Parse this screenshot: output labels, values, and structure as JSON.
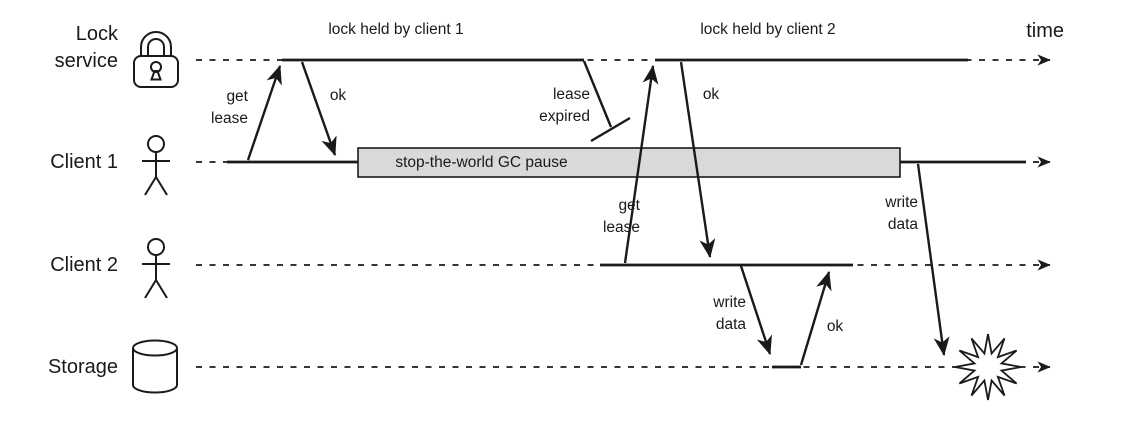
{
  "diagram": {
    "time_label": "time",
    "lanes": [
      {
        "label": "Lock\nservice",
        "icon": "padlock-icon"
      },
      {
        "label": "Client 1",
        "icon": "person-icon"
      },
      {
        "label": "Client 2",
        "icon": "person-icon"
      },
      {
        "label": "Storage",
        "icon": "database-cylinder-icon"
      }
    ],
    "spans": {
      "lock_held_1": "lock held by client 1",
      "lock_held_2": "lock held by client 2",
      "gc_pause": "stop-the-world GC pause"
    },
    "messages": {
      "get_lease_1": "get\nlease",
      "ok_1": "ok",
      "lease_expired": "lease\nexpired",
      "get_lease_2": "get\nlease",
      "ok_2": "ok",
      "write_data_2": "write\ndata",
      "ok_storage": "ok",
      "write_data_1": "write\ndata"
    },
    "colors": {
      "line": "#1a1a1a",
      "gc_box_fill": "#d9d9d9",
      "background": "#ffffff"
    }
  }
}
